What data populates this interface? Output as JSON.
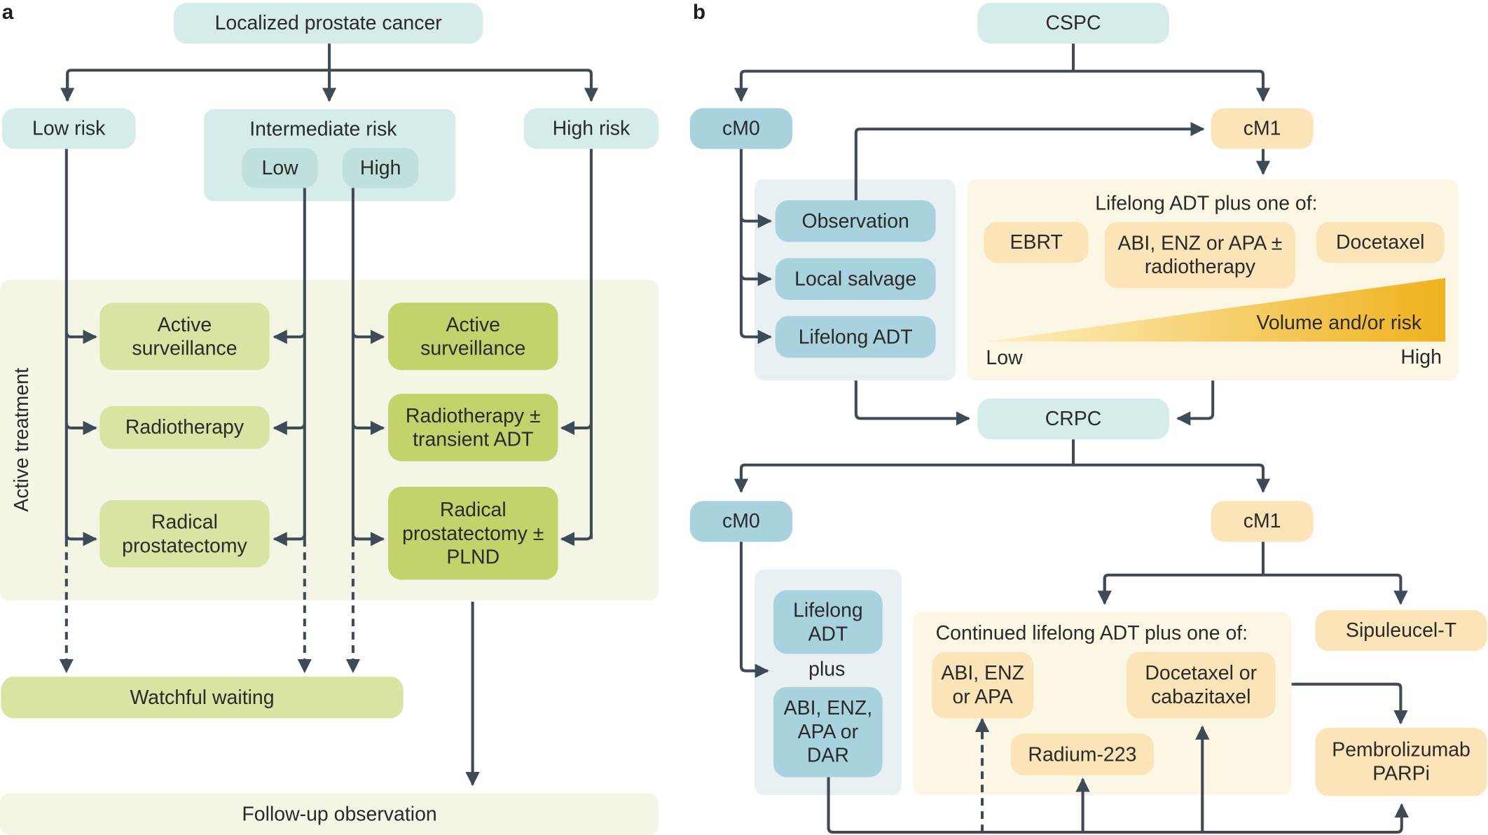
{
  "panels": {
    "a": "a",
    "b": "b"
  },
  "panel_a": {
    "root": "Localized prostate cancer",
    "low_risk": "Low risk",
    "intermediate_risk": "Intermediate risk",
    "intermediate_low": "Low",
    "intermediate_high": "High",
    "high_risk": "High risk",
    "active_treatment_label": "Active treatment",
    "left_column": {
      "active_surveillance": "Active surveillance",
      "radiotherapy": "Radiotherapy",
      "radical_prostatectomy": "Radical prostatectomy"
    },
    "right_column": {
      "active_surveillance": "Active surveillance",
      "radiotherapy": "Radiotherapy ± transient ADT",
      "radical_prostatectomy": "Radical prostatectomy ± PLND"
    },
    "watchful_waiting": "Watchful waiting",
    "follow_up": "Follow-up observation"
  },
  "panel_b": {
    "cspc": "CSPC",
    "cm0_top": "cM0",
    "cm1_top": "cM1",
    "observation": "Observation",
    "local_salvage": "Local salvage",
    "lifelong_adt": "Lifelong ADT",
    "lifelong_plus_title": "Lifelong ADT plus one of:",
    "ebrt": "EBRT",
    "abi_enz_apa_rt": "ABI, ENZ or APA ± radiotherapy",
    "docetaxel": "Docetaxel",
    "volume_risk": "Volume and/or risk",
    "scale_low": "Low",
    "scale_high": "High",
    "crpc": "CRPC",
    "cm0_bottom": "cM0",
    "cm1_bottom": "cM1",
    "lifelong_adt_bottom": "Lifelong ADT",
    "plus": "plus",
    "abi_enz_apa_dar": "ABI, ENZ, APA or DAR",
    "continued_title": "Continued lifelong ADT plus one of:",
    "abi_enz_apa": "ABI, ENZ or APA",
    "docetaxel_cabazitaxel": "Docetaxel or cabazitaxel",
    "radium": "Radium-223",
    "sipuleucel": "Sipuleucel-T",
    "pembrolizumab": "Pembrolizumab PARPi"
  },
  "colors": {
    "arrow": "#3e4a55",
    "teal_box": "#d6ecea",
    "blue_box": "#a9d2df",
    "peach_box": "#fbe4b8",
    "light_green_box": "#d8e4a1",
    "dark_green_box": "#c5d26c",
    "gradient_start": "#fbe7a6",
    "gradient_end": "#f0b21e"
  }
}
